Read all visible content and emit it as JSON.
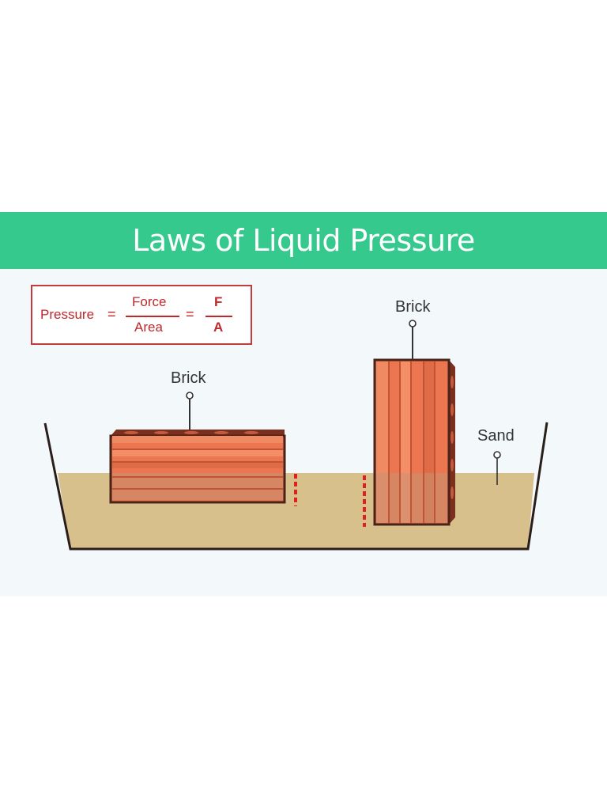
{
  "title": "Laws of Liquid Pressure",
  "formula": {
    "lhs": "Pressure",
    "equals": "=",
    "numerator": "Force",
    "denominator": "Area",
    "symbol_numerator": "F",
    "symbol_denominator": "A"
  },
  "labels": {
    "brick_horizontal": "Brick",
    "brick_vertical": "Brick",
    "sand": "Sand"
  },
  "colors": {
    "banner": "#35c98d",
    "formula_red": "#c0282b",
    "sand": "#d8c08c",
    "brick": "#ec7650"
  }
}
